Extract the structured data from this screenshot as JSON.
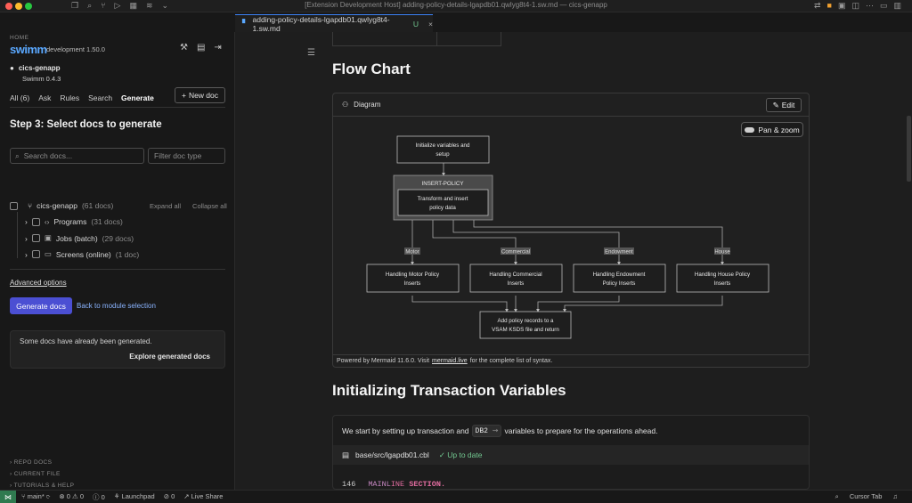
{
  "titlebar": {
    "title": "[Extension Development Host] adding-policy-details-lgapdb01.qwlyg8t4-1.sw.md — cics-genapp",
    "traffic_colors": [
      "#ff5f57",
      "#febc2e",
      "#28c840"
    ]
  },
  "tab": {
    "filename": "adding-policy-details-lgapdb01.qwlyg8t4-1.sw.md",
    "status": "U",
    "close": "×"
  },
  "sidebar": {
    "home_label": "HOME",
    "logo": "swimm",
    "version": "development 1.50.0",
    "repo": "cics-genapp",
    "swimm_version": "Swimm 0.4.3",
    "tabs": [
      "All (6)",
      "Ask",
      "Rules",
      "Search",
      "Generate"
    ],
    "active_tab": "Generate",
    "new_doc_label": "New doc",
    "step_title": "Step 3: Select docs to generate",
    "search_placeholder": "Search docs...",
    "filter_placeholder": "Filter doc type",
    "root": {
      "name": "cics-genapp",
      "count": "(61 docs)"
    },
    "expand_all": "Expand all",
    "collapse_all": "Collapse all",
    "children": [
      {
        "name": "Programs",
        "count": "(31 docs)",
        "icon": "code-icon"
      },
      {
        "name": "Jobs (batch)",
        "count": "(29 docs)",
        "icon": "briefcase-icon"
      },
      {
        "name": "Screens (online)",
        "count": "(1 doc)",
        "icon": "monitor-icon"
      }
    ],
    "advanced_options": "Advanced options",
    "generate_button": "Generate docs",
    "back_link": "Back to module selection",
    "info_message": "Some docs have already been generated.",
    "explore_link": "Explore generated docs",
    "bottom_sections": [
      "REPO DOCS",
      "CURRENT FILE",
      "TUTORIALS & HELP"
    ]
  },
  "editor": {
    "heading_flow": "Flow Chart",
    "diagram_label": "Diagram",
    "edit_label": "Edit",
    "pan_zoom_label": "Pan & zoom",
    "nodes": {
      "init": [
        "Initialize variables and",
        "setup"
      ],
      "group": "INSERT-POLICY",
      "transform": [
        "Transform and insert",
        "policy data"
      ],
      "motor": [
        "Handling Motor Policy",
        "Inserts"
      ],
      "commercial": [
        "Handling Commercial",
        "Inserts"
      ],
      "endowment": [
        "Handling Endowment",
        "Policy Inserts"
      ],
      "house": [
        "Handling House Policy",
        "Inserts"
      ],
      "add": [
        "Add policy records to a",
        "VSAM KSDS file and return"
      ]
    },
    "edge_labels": [
      "Motor",
      "Commercial",
      "Endowment",
      "House"
    ],
    "footer_prefix": "Powered by Mermaid 11.6.0. Visit",
    "footer_link": "mermaid.live",
    "footer_suffix": "for the complete list of syntax.",
    "heading_init": "Initializing Transaction Variables",
    "para_before": "We start by setting up transaction and",
    "para_code": "DB2",
    "para_after": "variables to prepare for the operations ahead.",
    "file_path": "base/src/lgapdb01.cbl",
    "file_status": "Up to date",
    "code_line_number": "146",
    "code_kw1": "MAINL",
    "code_kw2": "INE",
    "code_kw3": "SECTION."
  },
  "statusbar": {
    "branch": "main*",
    "errors": "0",
    "warnings": "0",
    "info": "0",
    "launchpad": "Launchpad",
    "live_share": "Live Share",
    "cursor_tab": "Cursor Tab"
  }
}
